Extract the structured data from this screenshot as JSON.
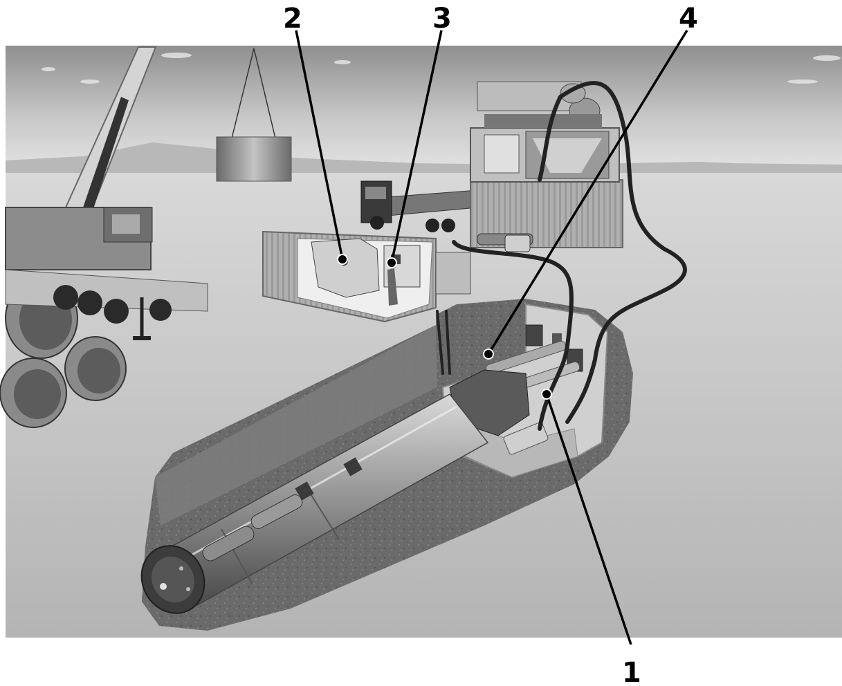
{
  "callouts": {
    "one": "1",
    "two": "2",
    "three": "3",
    "four": "4"
  },
  "colors": {
    "background": "#ffffff",
    "sky_top": "#9a9a9a",
    "horizon": "#dcdcdc",
    "ground": "#c9c9c9",
    "excavation": "#6f6f6f",
    "label": "#000000"
  },
  "icons": {
    "crane": "crane-icon",
    "pipes": "pipe-stack-icon",
    "truck": "truck-icon",
    "control_container": "control-container-icon",
    "separation_plant": "separation-plant-icon",
    "tunnel_boring_machine": "tbm-icon"
  }
}
